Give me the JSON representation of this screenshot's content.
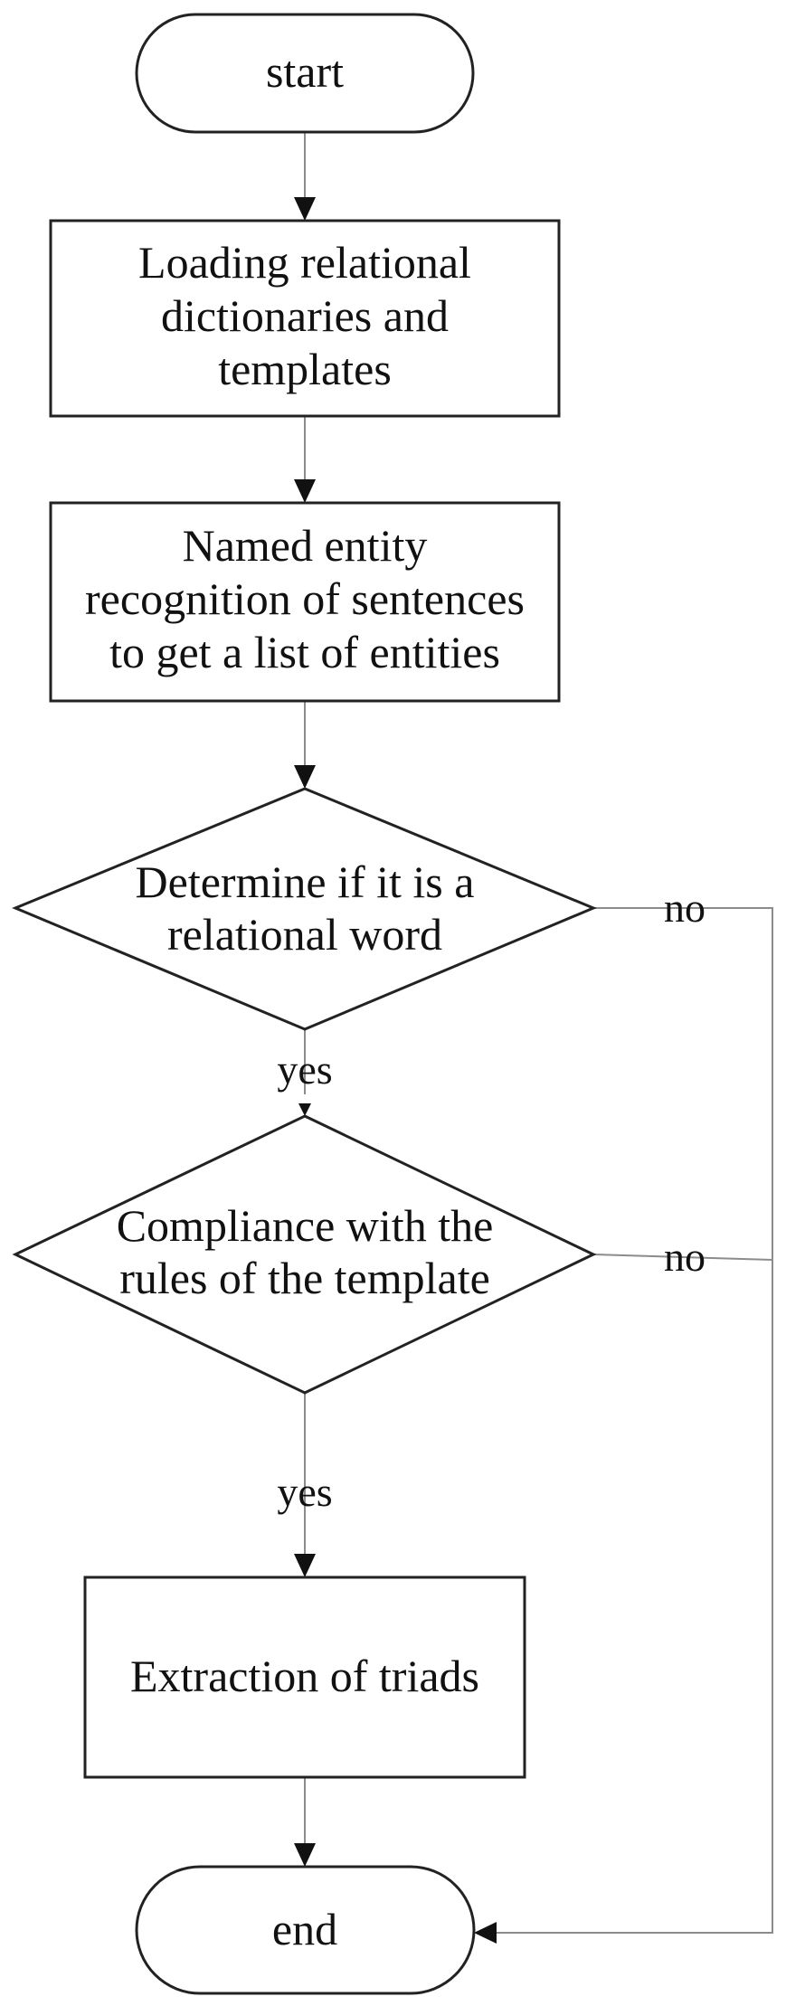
{
  "flowchart": {
    "nodes": {
      "start": {
        "type": "terminator",
        "lines": [
          "start"
        ]
      },
      "load": {
        "type": "process",
        "lines": [
          "Loading relational",
          "dictionaries and",
          "templates"
        ]
      },
      "ner": {
        "type": "process",
        "lines": [
          "Named entity",
          "recognition of sentences",
          "to get a list of entities"
        ]
      },
      "decision_relational": {
        "type": "decision",
        "lines": [
          "Determine if it is a",
          "relational word"
        ]
      },
      "decision_template": {
        "type": "decision",
        "lines": [
          "Compliance with the",
          "rules of the template"
        ]
      },
      "extract": {
        "type": "process",
        "lines": [
          "Extraction of triads"
        ]
      },
      "end": {
        "type": "terminator",
        "lines": [
          "end"
        ]
      }
    },
    "edges": [
      {
        "from": "start",
        "to": "load",
        "label": ""
      },
      {
        "from": "load",
        "to": "ner",
        "label": ""
      },
      {
        "from": "ner",
        "to": "decision_relational",
        "label": ""
      },
      {
        "from": "decision_relational",
        "to": "decision_template",
        "label": "yes"
      },
      {
        "from": "decision_relational",
        "to": "end",
        "label": "no"
      },
      {
        "from": "decision_template",
        "to": "extract",
        "label": "yes"
      },
      {
        "from": "decision_template",
        "to": "end",
        "label": "no"
      },
      {
        "from": "extract",
        "to": "end",
        "label": ""
      }
    ]
  }
}
